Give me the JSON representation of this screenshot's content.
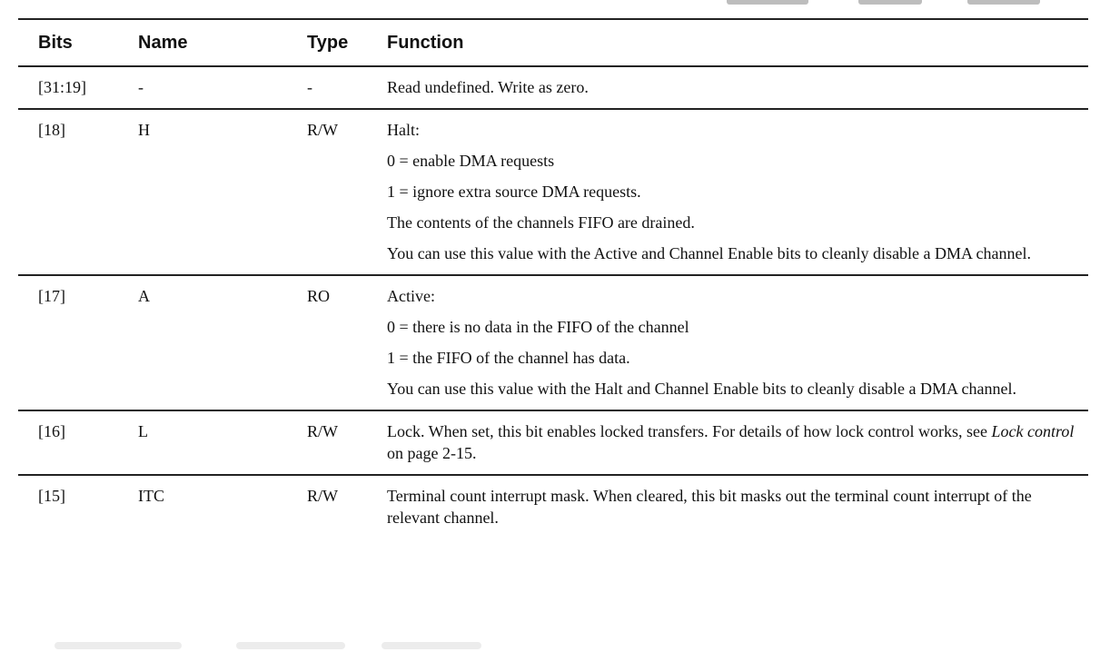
{
  "table": {
    "headers": {
      "bits": "Bits",
      "name": "Name",
      "type": "Type",
      "function": "Function"
    },
    "rows": [
      {
        "bits": "[31:19]",
        "name": "-",
        "type": "-",
        "function": [
          "Read undefined. Write as zero."
        ]
      },
      {
        "bits": "[18]",
        "name": "H",
        "type": "R/W",
        "function": [
          "Halt:",
          "0 = enable DMA requests",
          "1 = ignore extra source DMA requests.",
          "The contents of the channels FIFO are drained.",
          "You can use this value with the Active and Channel Enable bits to cleanly disable a DMA channel."
        ]
      },
      {
        "bits": "[17]",
        "name": "A",
        "type": "RO",
        "function": [
          "Active:",
          "0 = there is no data in the FIFO of the channel",
          "1 = the FIFO of the channel has data.",
          "You can use this value with the Halt and Channel Enable bits to cleanly disable a DMA channel."
        ]
      },
      {
        "bits": "[16]",
        "name": "L",
        "type": "R/W",
        "function": {
          "before": "Lock. When set, this bit enables locked transfers. For details of how lock control works, see ",
          "italic": "Lock control",
          "after": " on page 2-15."
        }
      },
      {
        "bits": "[15]",
        "name": "ITC",
        "type": "R/W",
        "function": [
          "Terminal count interrupt mask. When cleared, this bit masks out the terminal count interrupt of the relevant channel."
        ]
      }
    ]
  }
}
